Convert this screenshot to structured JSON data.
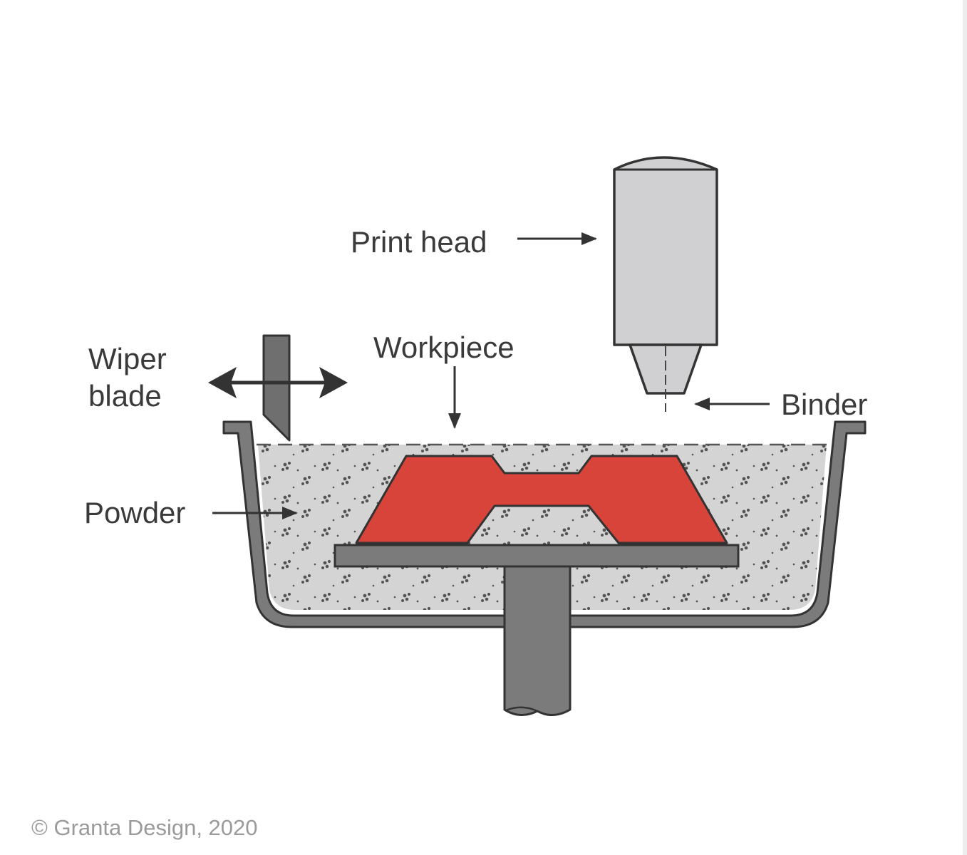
{
  "labels": {
    "print_head": "Print head",
    "workpiece": "Workpiece",
    "wiper_line1": "Wiper",
    "wiper_line2": "blade",
    "binder": "Binder",
    "powder": "Powder"
  },
  "copyright": "© Granta Design, 2020",
  "colors": {
    "outline": "#333333",
    "print_head_fill": "#d0d0d2",
    "powder_fill": "#d4d4d4",
    "powder_dots": "#555555",
    "tray_and_platform": "#7b7b7b",
    "workpiece": "#d9443a"
  }
}
